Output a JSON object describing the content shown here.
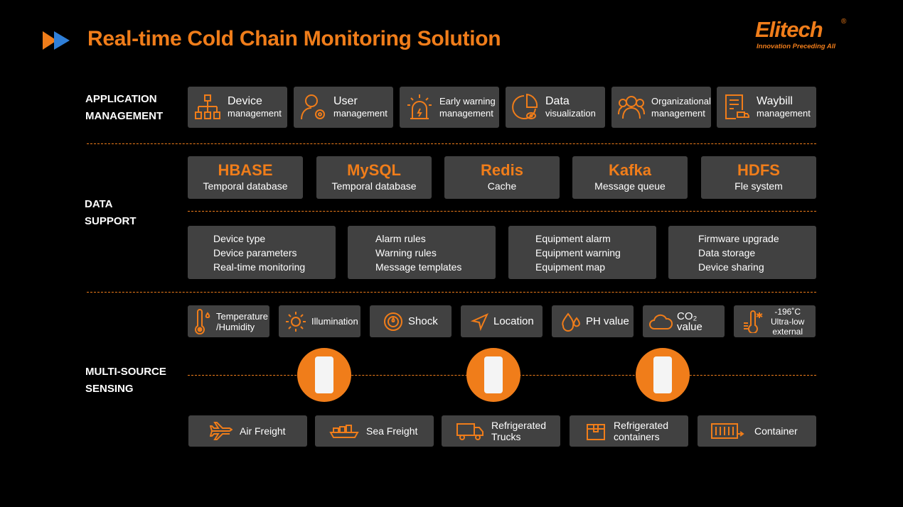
{
  "header": {
    "title": "Real-time Cold Chain Monitoring Solution",
    "logo": "Elitech",
    "logo_reg": "®",
    "tagline": "Innovation Preceding All"
  },
  "sections": {
    "application": [
      "APPLICATION",
      "MANAGEMENT"
    ],
    "data": [
      "DATA",
      "SUPPORT"
    ],
    "sensing": [
      "MULTI-SOURCE",
      "SENSING"
    ]
  },
  "applications": [
    {
      "a": "Device",
      "b": "management",
      "icon": "hierarchy-icon"
    },
    {
      "a": "User",
      "b": "management",
      "icon": "user-gear-icon"
    },
    {
      "a": "Early warning",
      "b": "management",
      "icon": "alarm-light-icon"
    },
    {
      "a": "Data",
      "b": "visualization",
      "icon": "pie-chart-icon"
    },
    {
      "a": "Organizational",
      "b": "management",
      "icon": "group-icon"
    },
    {
      "a": "Waybill",
      "b": "management",
      "icon": "waybill-icon"
    }
  ],
  "databases": [
    {
      "name": "HBASE",
      "desc": "Temporal database"
    },
    {
      "name": "MySQL",
      "desc": "Temporal database"
    },
    {
      "name": "Redis",
      "desc": "Cache"
    },
    {
      "name": "Kafka",
      "desc": "Message queue"
    },
    {
      "name": "HDFS",
      "desc": "Fle system"
    }
  ],
  "features": [
    [
      "Device type",
      "Device parameters",
      "Real-time monitoring"
    ],
    [
      "Alarm rules",
      "Warning rules",
      "Message templates"
    ],
    [
      "Equipment alarm",
      "Equipment warning",
      "Equipment map"
    ],
    [
      "Firmware upgrade",
      "Data storage",
      "Device sharing"
    ]
  ],
  "sensors": [
    {
      "l1": "Temperature",
      "l2": "/Humidity",
      "icon": "thermometer-drop-icon"
    },
    {
      "l1": "Illumination",
      "l2": "",
      "icon": "sun-icon"
    },
    {
      "l1": "Shock",
      "l2": "",
      "icon": "shock-icon"
    },
    {
      "l1": "Location",
      "l2": "",
      "icon": "location-arrow-icon"
    },
    {
      "l1": "PH value",
      "l2": "",
      "icon": "ph-drop-icon"
    },
    {
      "l1": "CO₂ value",
      "l2": "",
      "icon": "co2-cloud-icon"
    },
    {
      "l1": "-196˚C",
      "l2": "Ultra-low",
      "l3": "external",
      "icon": "ultra-low-thermometer-icon"
    }
  ],
  "transport": [
    {
      "l1": "Air Freight",
      "l2": "",
      "icon": "airplane-icon"
    },
    {
      "l1": "Sea Freight",
      "l2": "",
      "icon": "ship-icon"
    },
    {
      "l1": "Refrigerated",
      "l2": "Trucks",
      "icon": "truck-icon"
    },
    {
      "l1": "Refrigerated",
      "l2": "containers",
      "icon": "box-icon"
    },
    {
      "l1": "Container",
      "l2": "",
      "icon": "container-icon"
    }
  ],
  "colors": {
    "accent": "#f07d1a",
    "box": "#414141",
    "bg": "#000000"
  }
}
